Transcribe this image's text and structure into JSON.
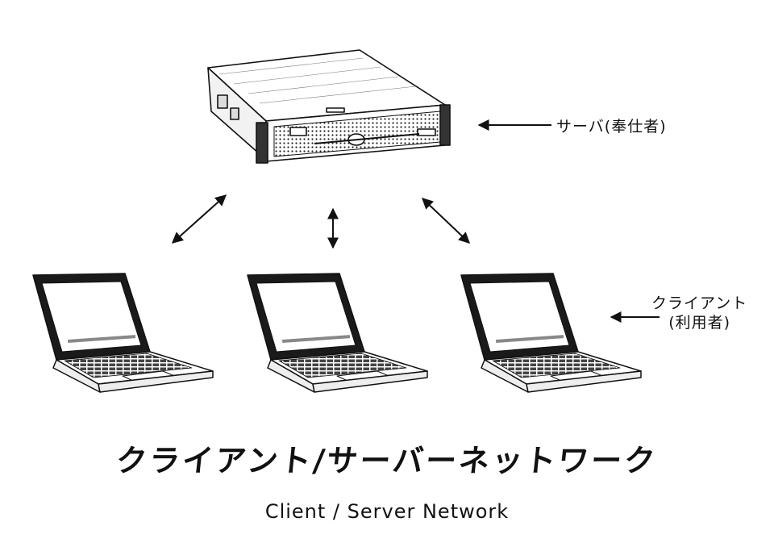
{
  "diagram": {
    "server_label": "サーバ(奉仕者)",
    "client_label_line1": "クライアント",
    "client_label_line2": "(利用者)",
    "title_jp": "クライアント/サーバーネットワーク",
    "title_en": "Client / Server Network",
    "nodes": [
      {
        "id": "server",
        "kind": "rack-server"
      },
      {
        "id": "client-1",
        "kind": "laptop"
      },
      {
        "id": "client-2",
        "kind": "laptop"
      },
      {
        "id": "client-3",
        "kind": "laptop"
      }
    ],
    "connections": [
      {
        "from": "server",
        "to": "client-1",
        "arrows": "both"
      },
      {
        "from": "server",
        "to": "client-2",
        "arrows": "both"
      },
      {
        "from": "server",
        "to": "client-3",
        "arrows": "both"
      }
    ]
  }
}
